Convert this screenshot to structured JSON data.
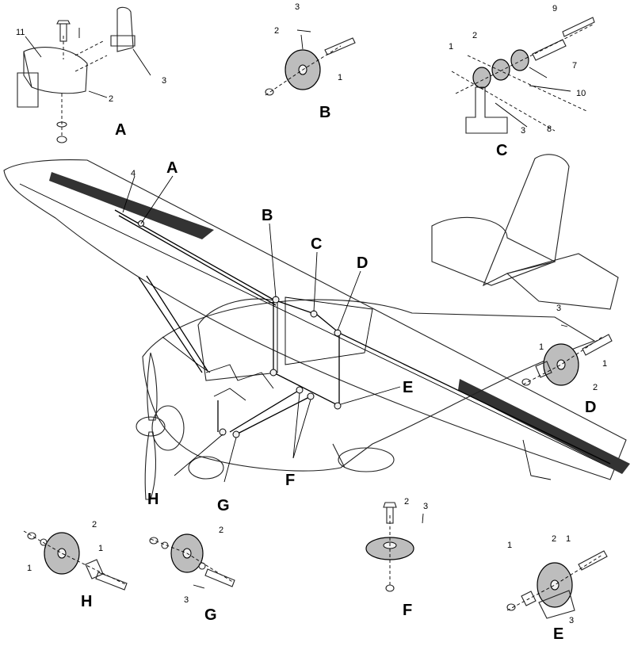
{
  "diagram": {
    "detail_labels": [
      "A",
      "B",
      "C",
      "D",
      "E",
      "F",
      "G",
      "H"
    ],
    "callouts": {
      "A": [
        "11",
        "2",
        "3"
      ],
      "B": [
        "3",
        "2",
        "1"
      ],
      "C": [
        "1",
        "2",
        "9",
        "7",
        "10",
        "8",
        "3"
      ],
      "D": [
        "3",
        "1",
        "1",
        "2"
      ],
      "E": [
        "1",
        "2",
        "1",
        "3"
      ],
      "F": [
        "2",
        "3"
      ],
      "G": [
        "2",
        "3"
      ],
      "H": [
        "2",
        "1",
        "1"
      ],
      "main": [
        "4"
      ]
    }
  }
}
